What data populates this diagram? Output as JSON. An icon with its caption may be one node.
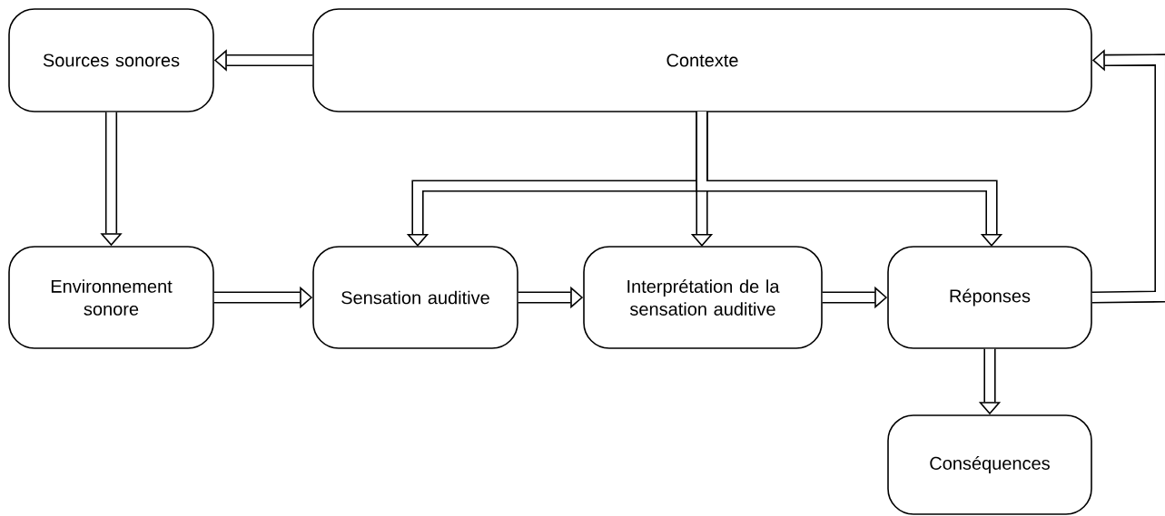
{
  "diagram": {
    "nodes": [
      {
        "text": [
          "Sources sonores"
        ]
      },
      {
        "text": [
          "Contexte"
        ]
      },
      {
        "text": [
          "Environnement sonore"
        ]
      },
      {
        "text": [
          "Sensation auditive"
        ]
      },
      {
        "text": [
          "Interprétation de la sensation auditive"
        ]
      },
      {
        "text": [
          "Réponses"
        ]
      },
      {
        "text": [
          "Conséquences"
        ]
      }
    ],
    "edges": [
      {
        "from": 1,
        "to": 0,
        "arrow": "to"
      },
      {
        "from": 0,
        "to": 2,
        "arrow": "to"
      },
      {
        "from": 2,
        "to": 3,
        "arrow": "to"
      },
      {
        "from": 3,
        "to": 4,
        "arrow": "to"
      },
      {
        "from": 4,
        "to": 5,
        "arrow": "to"
      },
      {
        "from": 5,
        "to": 6,
        "arrow": "to"
      },
      {
        "from": 1,
        "to": 3,
        "arrow": "to"
      },
      {
        "from": 1,
        "to": 4,
        "arrow": "to"
      },
      {
        "from": 1,
        "to": 5,
        "arrow": "to"
      },
      {
        "from": 5,
        "to": 1,
        "arrow": "to"
      }
    ]
  }
}
